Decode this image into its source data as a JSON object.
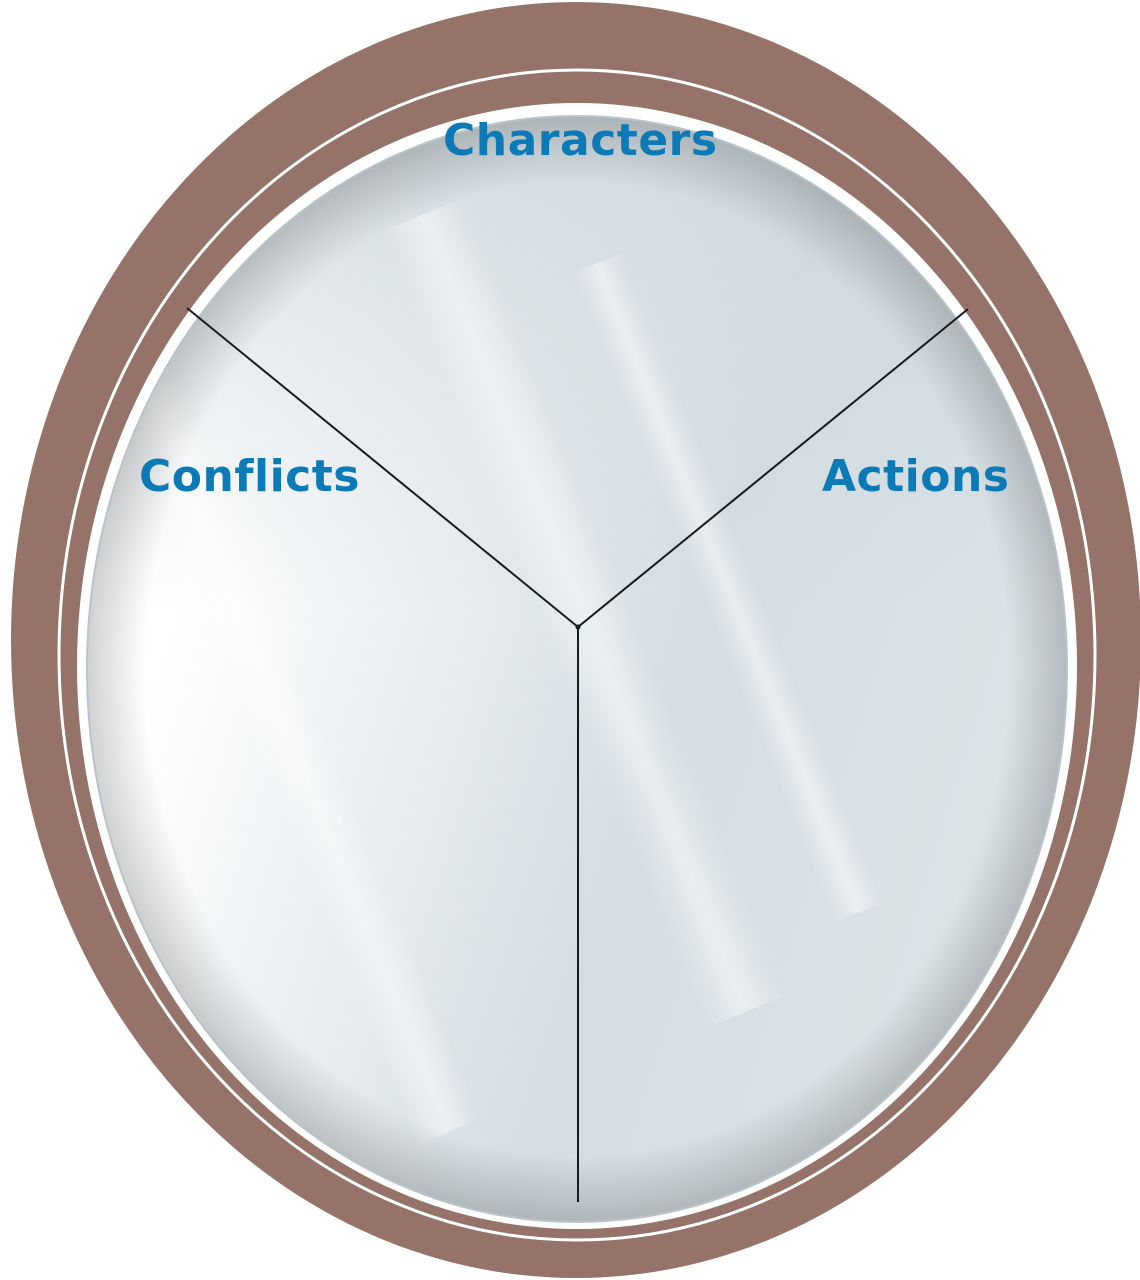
{
  "diagram": {
    "sections": {
      "characters": "Characters",
      "conflicts": "Conflicts",
      "actions": "Actions"
    },
    "colors": {
      "frame": "#967369",
      "frame_inner_line": "#ffffff",
      "glass": "#d8e1e6",
      "divider": "#1a1a1a",
      "label": "#0d7ab8"
    }
  }
}
